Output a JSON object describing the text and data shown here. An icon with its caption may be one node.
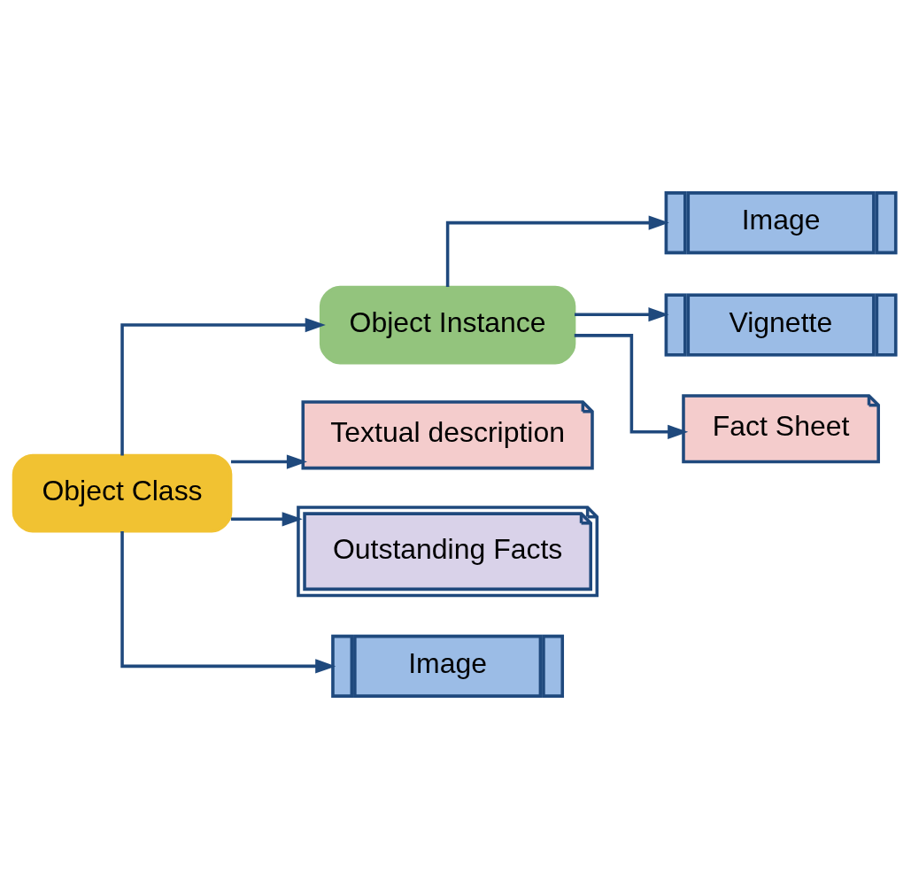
{
  "diagram": {
    "nodes": [
      {
        "text": [
          "Object Class"
        ]
      },
      {
        "text": [
          "Object Instance"
        ]
      },
      {
        "text": [
          "Image"
        ]
      },
      {
        "text": [
          "Vignette"
        ]
      },
      {
        "text": [
          "Fact Sheet"
        ]
      },
      {
        "text": [
          "Textual description"
        ]
      },
      {
        "text": [
          "Outstanding Facts"
        ]
      },
      {
        "text": [
          "Image"
        ]
      }
    ],
    "edges": [
      {
        "from": 0,
        "to": 1,
        "arrow": "to"
      },
      {
        "from": 1,
        "to": 2,
        "arrow": "to"
      },
      {
        "from": 1,
        "to": 3,
        "arrow": "to"
      },
      {
        "from": 1,
        "to": 4,
        "arrow": "to"
      },
      {
        "from": 0,
        "to": 5,
        "arrow": "to"
      },
      {
        "from": 0,
        "to": 6,
        "arrow": "to"
      },
      {
        "from": 0,
        "to": 7,
        "arrow": "to"
      }
    ]
  }
}
